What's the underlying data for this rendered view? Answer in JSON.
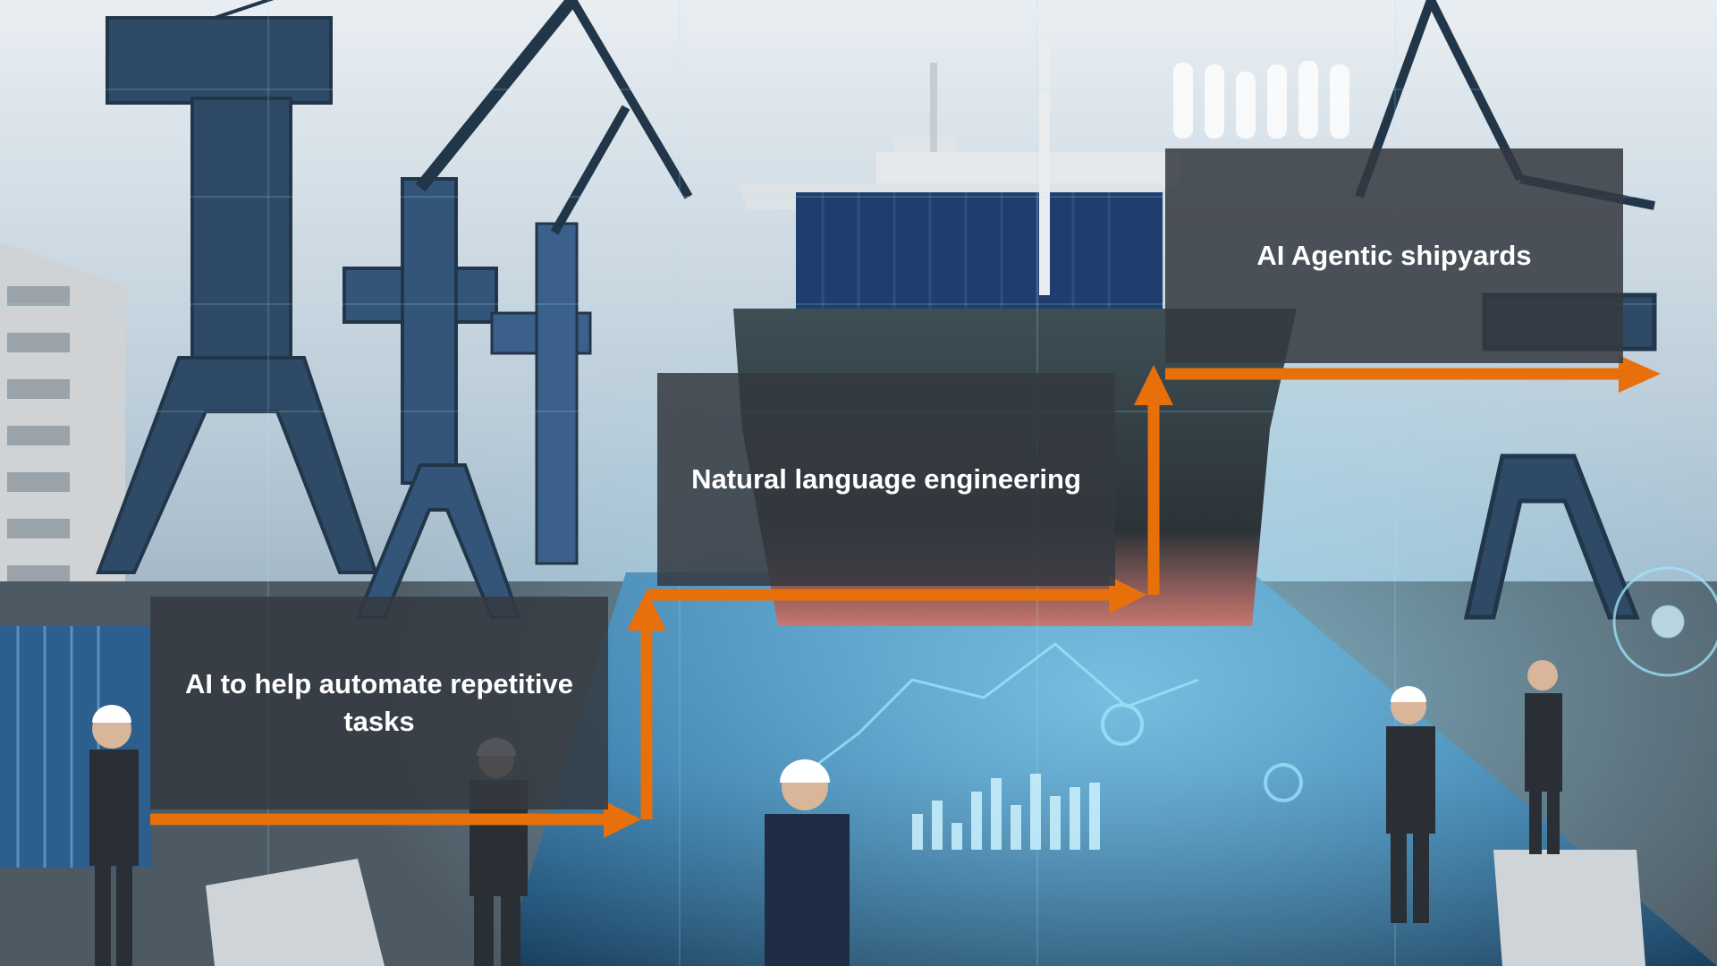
{
  "steps": [
    {
      "label": "AI to help automate repetitive tasks"
    },
    {
      "label": "Natural language engineering"
    },
    {
      "label": "AI Agentic shipyards"
    }
  ],
  "colors": {
    "arrow": "#e8700a",
    "box": "#343940",
    "text": "#ffffff",
    "hud": "#7fd8ff"
  }
}
